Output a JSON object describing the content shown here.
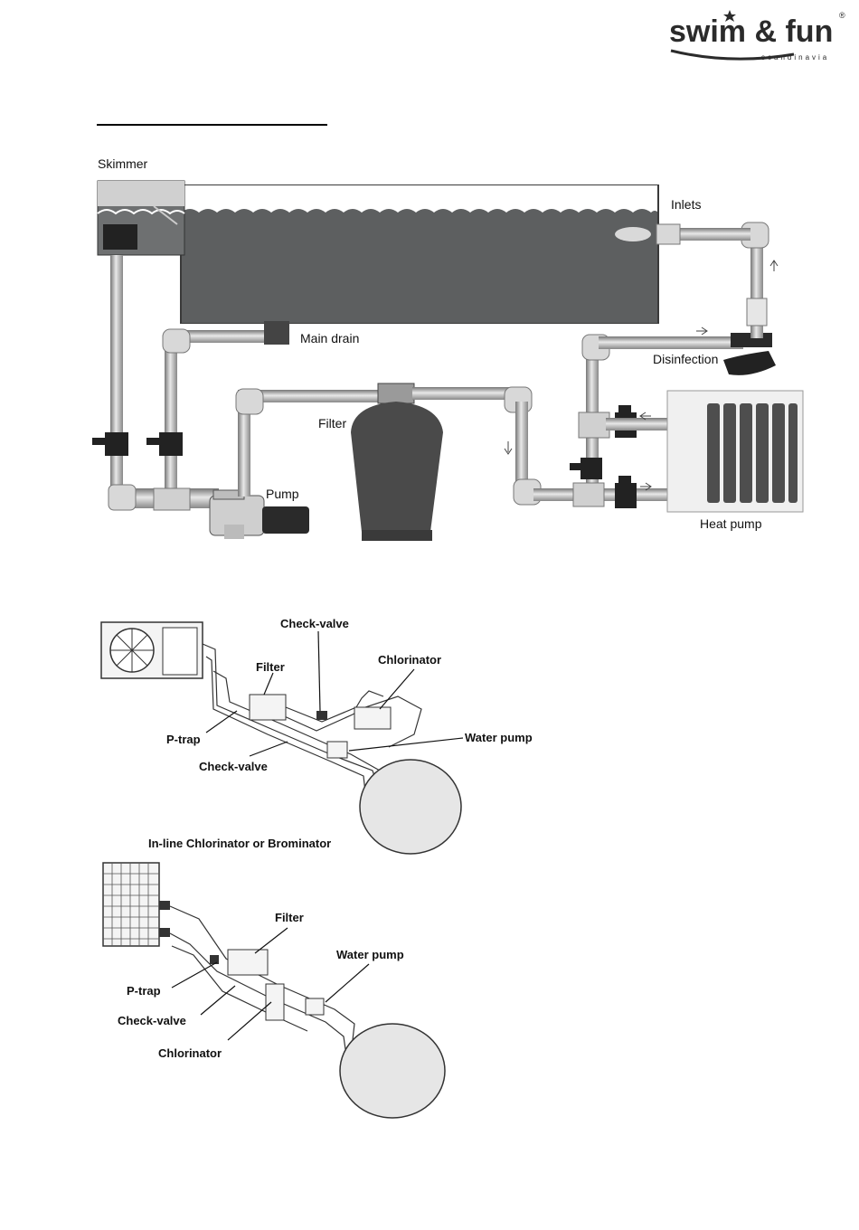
{
  "logo": {
    "brand": "swim & fun",
    "sub": "scandinavia",
    "reg": "®"
  },
  "diagram1": {
    "skimmer": "Skimmer",
    "inlets": "Inlets",
    "main_drain": "Main drain",
    "disinfection": "Disinfection",
    "filter": "Filter",
    "pump": "Pump",
    "heat_pump": "Heat pump"
  },
  "diagram2": {
    "check_valve_top": "Check-valve",
    "filter": "Filter",
    "chlorinator": "Chlorinator",
    "p_trap": "P-trap",
    "water_pump": "Water pump",
    "check_valve_bottom": "Check-valve",
    "caption": "In-line Chlorinator or Brominator"
  },
  "diagram3": {
    "filter": "Filter",
    "water_pump": "Water pump",
    "p_trap": "P-trap",
    "check_valve": "Check-valve",
    "chlorinator": "Chlorinator"
  }
}
